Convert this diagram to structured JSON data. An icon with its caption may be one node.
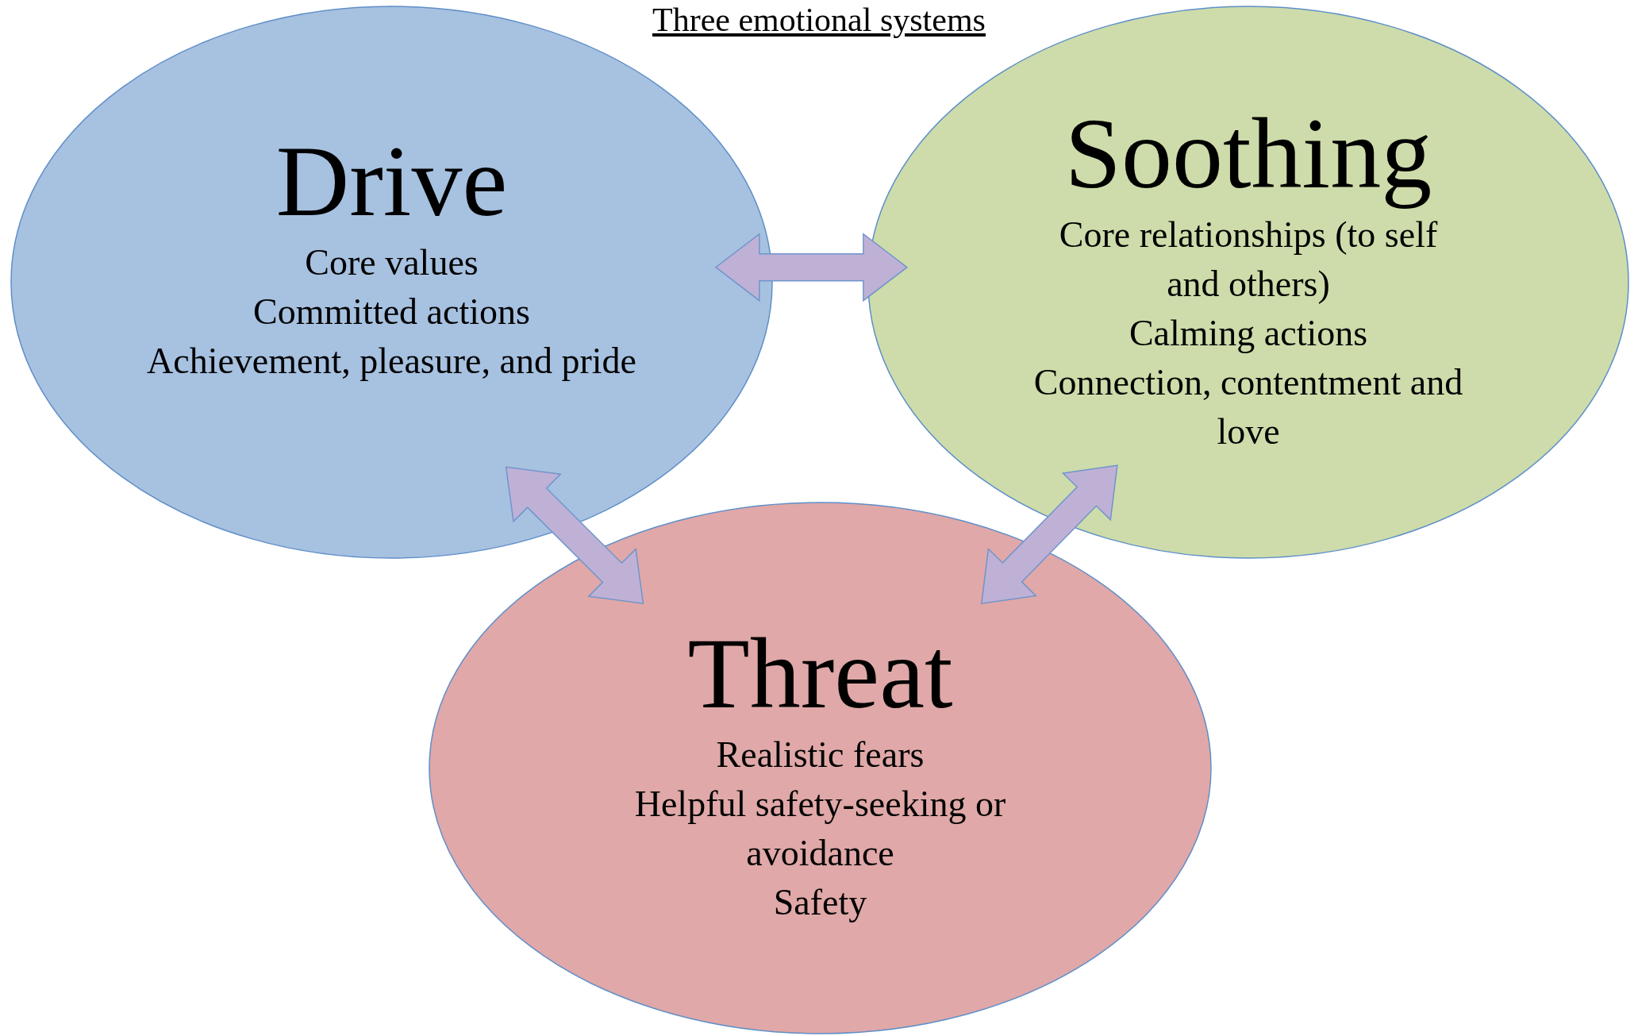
{
  "diagram": {
    "title": "Three emotional systems",
    "nodes": [
      {
        "text": [
          "Drive",
          "Core values",
          "Committed actions",
          "Achievement, pleasure, and pride"
        ]
      },
      {
        "text": [
          "Soothing",
          "Core relationships (to self and others)",
          "Calming actions",
          "Connection, contentment and love"
        ]
      },
      {
        "text": [
          "Threat",
          "Realistic fears",
          "Helpful safety-seeking or avoidance",
          "Safety"
        ]
      }
    ],
    "edges": [
      {
        "from": 0,
        "to": 1,
        "arrow": "both"
      },
      {
        "from": 0,
        "to": 2,
        "arrow": "both"
      },
      {
        "from": 1,
        "to": 2,
        "arrow": "both"
      }
    ]
  }
}
